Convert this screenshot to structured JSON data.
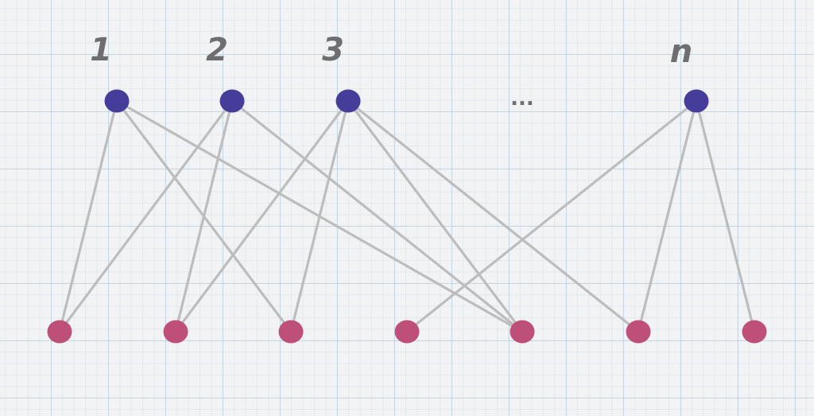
{
  "top_nodes": [
    {
      "id": "t1",
      "label": "1"
    },
    {
      "id": "t2",
      "label": "2"
    },
    {
      "id": "t3",
      "label": "3"
    },
    {
      "id": "tn",
      "label": "n"
    }
  ],
  "ellipsis": "...",
  "bottom_nodes": [
    {
      "id": "b1"
    },
    {
      "id": "b2"
    },
    {
      "id": "b3"
    },
    {
      "id": "b4"
    },
    {
      "id": "b5"
    },
    {
      "id": "b6"
    },
    {
      "id": "b7"
    }
  ],
  "edges": [
    [
      "t1",
      "b1"
    ],
    [
      "t1",
      "b3"
    ],
    [
      "t1",
      "b5"
    ],
    [
      "t2",
      "b1"
    ],
    [
      "t2",
      "b2"
    ],
    [
      "t2",
      "b5"
    ],
    [
      "t3",
      "b2"
    ],
    [
      "t3",
      "b3"
    ],
    [
      "t3",
      "b5"
    ],
    [
      "t3",
      "b6"
    ],
    [
      "tn",
      "b4"
    ],
    [
      "tn",
      "b6"
    ],
    [
      "tn",
      "b7"
    ]
  ],
  "colors": {
    "top_node": "#463c9a",
    "bottom_node": "#bd4f78",
    "edge": "#bdbdbd",
    "label": "#6e6e70"
  }
}
